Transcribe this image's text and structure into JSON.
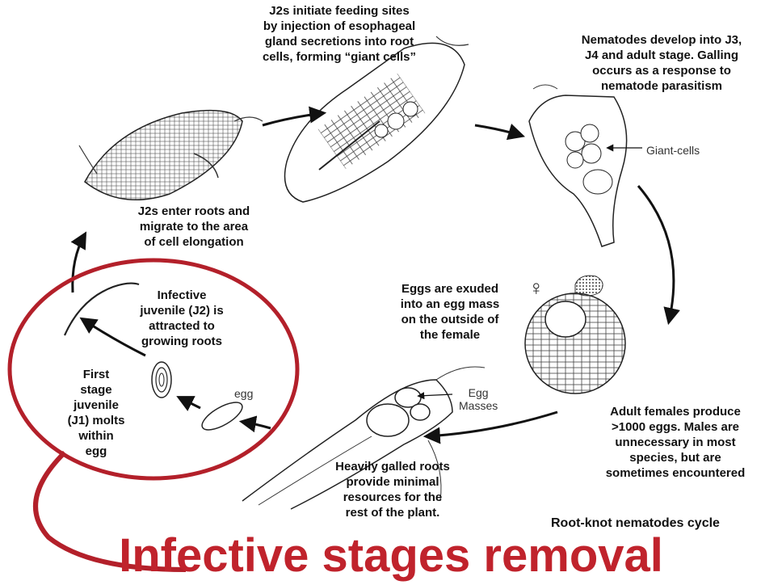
{
  "captions": {
    "feeding_sites": "J2s initiate feeding sites\nby injection of esophageal\ngland secretions into root\ncells, forming “giant cells”",
    "develop": "Nematodes develop into J3,\nJ4 and adult stage. Galling\noccurs as a response to\nnematode parasitism",
    "enter_roots": "J2s enter roots and\nmigrate to the area\nof cell elongation",
    "infective_juvenile": "Infective\njuvenile (J2) is\nattracted to\ngrowing roots",
    "first_stage": "First\nstage\njuvenile\n(J1) molts\nwithin\negg",
    "eggs_exuded": "Eggs are exuded\ninto an egg mass\non the outside of\nthe female",
    "adult_females": "Adult females produce\n>1000 eggs. Males are\nunnecessary in most\nspecies, but are\nsometimes encountered",
    "galled_roots": "Heavily galled roots\nprovide minimal\nresources for the\nrest of the plant.",
    "cycle_title": "Root-knot nematodes cycle"
  },
  "labels": {
    "giant_cells": "Giant-cells",
    "egg": "egg",
    "egg_masses": "Egg\nMasses",
    "female_symbol": "♀"
  },
  "banner": {
    "text": "Infective stages removal",
    "color": "#c0232c"
  },
  "colors": {
    "highlight": "#b3202a",
    "line_art": "#333333"
  }
}
